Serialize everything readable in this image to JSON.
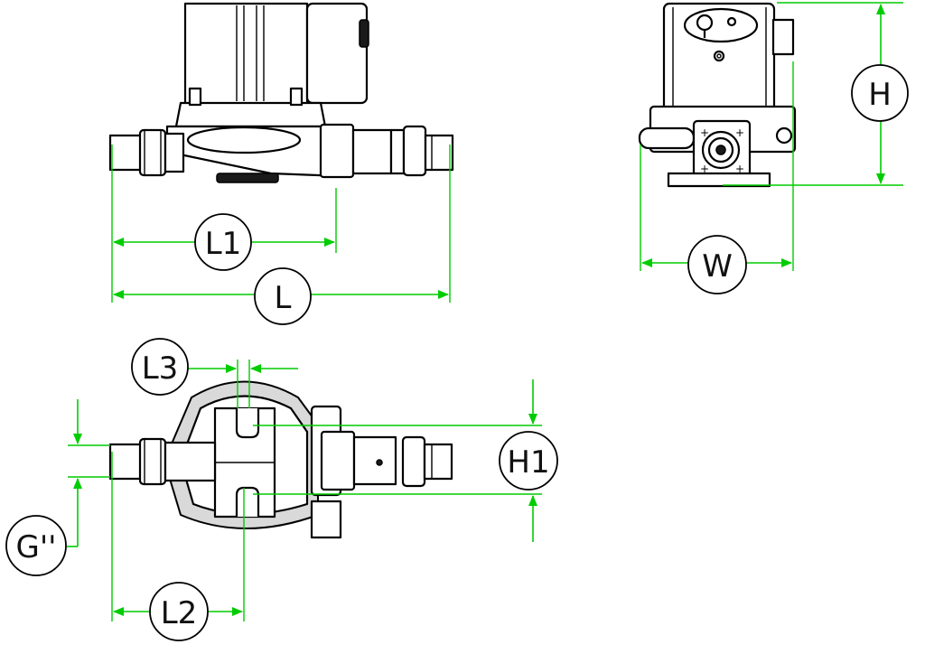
{
  "labels": {
    "L1": "L1",
    "L": "L",
    "H": "H",
    "W": "W",
    "L3": "L3",
    "H1": "H1",
    "G": "G''",
    "L2": "L2"
  },
  "colors": {
    "dimension": "#00cc00",
    "outline": "#000000",
    "background": "#ffffff"
  }
}
